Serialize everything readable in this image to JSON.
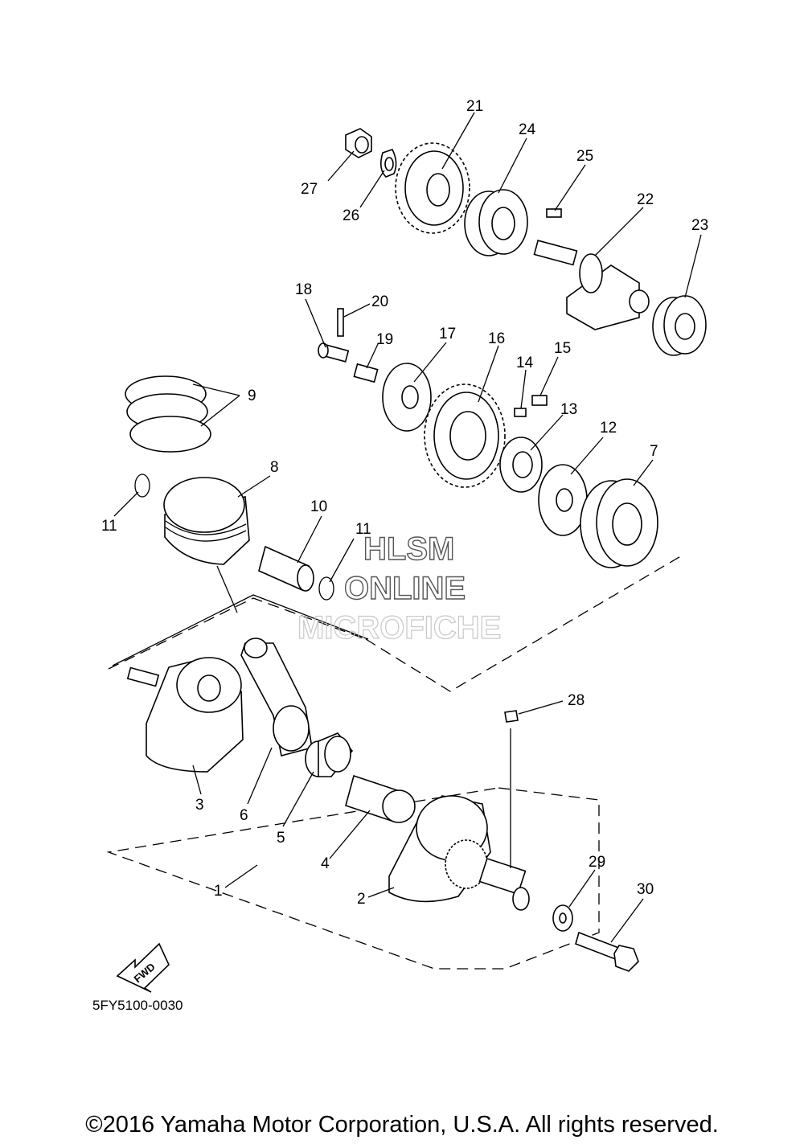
{
  "diagram": {
    "callouts": [
      "1",
      "2",
      "3",
      "4",
      "5",
      "6",
      "7",
      "8",
      "9",
      "10",
      "11",
      "11",
      "12",
      "13",
      "14",
      "15",
      "16",
      "17",
      "18",
      "19",
      "20",
      "21",
      "22",
      "23",
      "24",
      "25",
      "26",
      "27",
      "28",
      "29",
      "30"
    ],
    "direction_label": "FWD",
    "part_code": "5FY5100-0030"
  },
  "watermark": {
    "line1": "HLSM",
    "line2": "ONLINE",
    "line3": "MICROFICHE"
  },
  "footer": {
    "copyright": "©2016 Yamaha Motor Corporation, U.S.A. All rights reserved."
  }
}
